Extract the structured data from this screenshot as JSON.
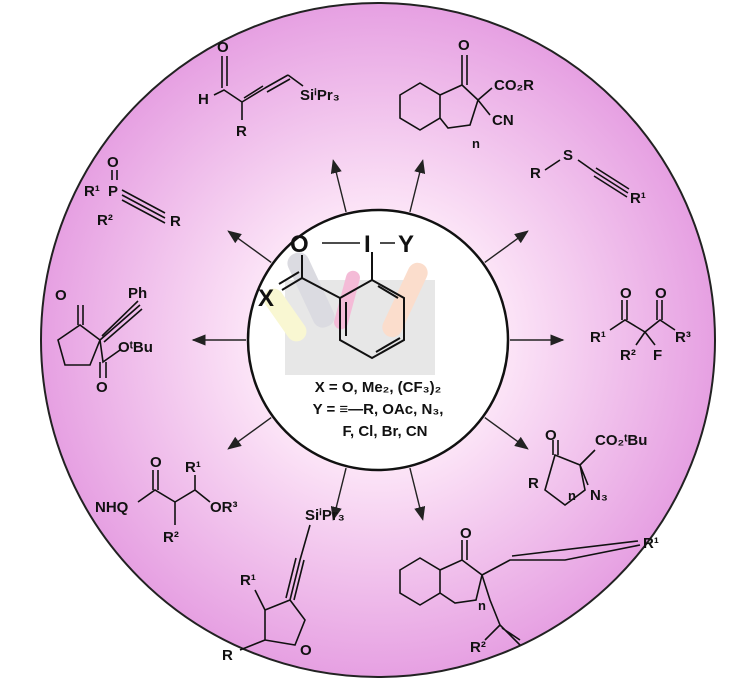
{
  "colors": {
    "outer_edge": "#e6a0e2",
    "outer_center": "#fde8f8",
    "inner_fill": "#ffffff",
    "stroke": "#111111"
  },
  "center": {
    "o": "O",
    "i": "I",
    "y": "Y",
    "x": "X",
    "line1": "X = O, Me₂, (CF₃)₂",
    "line2": "Y = ≡—R, OAc, N₃,",
    "line3": "F, Cl, Br, CN"
  },
  "products": {
    "allenal": {
      "o": "O",
      "h": "H",
      "r": "R",
      "si": "SiⁱPr₃"
    },
    "indanone_cn": {
      "o": "O",
      "co2r": "CO₂R",
      "cn": "CN",
      "n": "n"
    },
    "thioalkyne": {
      "r": "R",
      "s": "S",
      "r1": "R¹"
    },
    "fluoro_diketone": {
      "o1": "O",
      "o2": "O",
      "r1": "R¹",
      "r3": "R³",
      "r2": "R²",
      "f": "F"
    },
    "azido_ketoester": {
      "o": "O",
      "co2tbu": "CO₂ᵗBu",
      "r": "R",
      "n": "n",
      "n3": "N₃"
    },
    "indanone_alkyne": {
      "o": "O",
      "r1": "R¹",
      "n": "n",
      "r2": "R²"
    },
    "furan": {
      "si": "SiⁱPr₃",
      "r1": "R¹",
      "r": "R",
      "o": "O"
    },
    "amide": {
      "nhq": "NHQ",
      "o": "O",
      "r1": "R¹",
      "or3": "OR³",
      "r2": "R²"
    },
    "ketoester": {
      "o1": "O",
      "ph": "Ph",
      "otbu": "OᵗBu",
      "o2": "O"
    },
    "phosphine_oxide": {
      "o": "O",
      "p": "P",
      "r1": "R¹",
      "r2": "R²",
      "r": "R"
    }
  }
}
